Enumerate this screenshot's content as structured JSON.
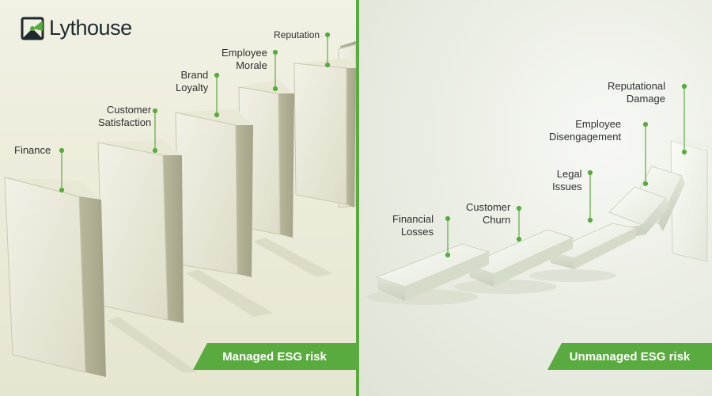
{
  "brand": {
    "name": "Lythouse",
    "accent": "#5aab3f"
  },
  "left": {
    "banner": "Managed ESG risk",
    "labels": {
      "finance": "Finance",
      "customer_satisfaction": [
        "Customer",
        "Satisfaction"
      ],
      "brand_loyalty": [
        "Brand",
        "Loyalty"
      ],
      "employee_morale": [
        "Employee",
        "Morale"
      ],
      "reputation": "Reputation"
    }
  },
  "right": {
    "banner": "Unmanaged ESG risk",
    "labels": {
      "financial_losses": [
        "Financial",
        "Losses"
      ],
      "customer_churn": [
        "Customer",
        "Churn"
      ],
      "legal_issues": [
        "Legal",
        "Issues"
      ],
      "employee_disengagement": [
        "Employee",
        "Disengagement"
      ],
      "reputational_damage": [
        "Reputational",
        "Damage"
      ]
    }
  },
  "icons": {
    "logo": "lighthouse-beam-icon",
    "pin": "dot-pin-icon"
  }
}
